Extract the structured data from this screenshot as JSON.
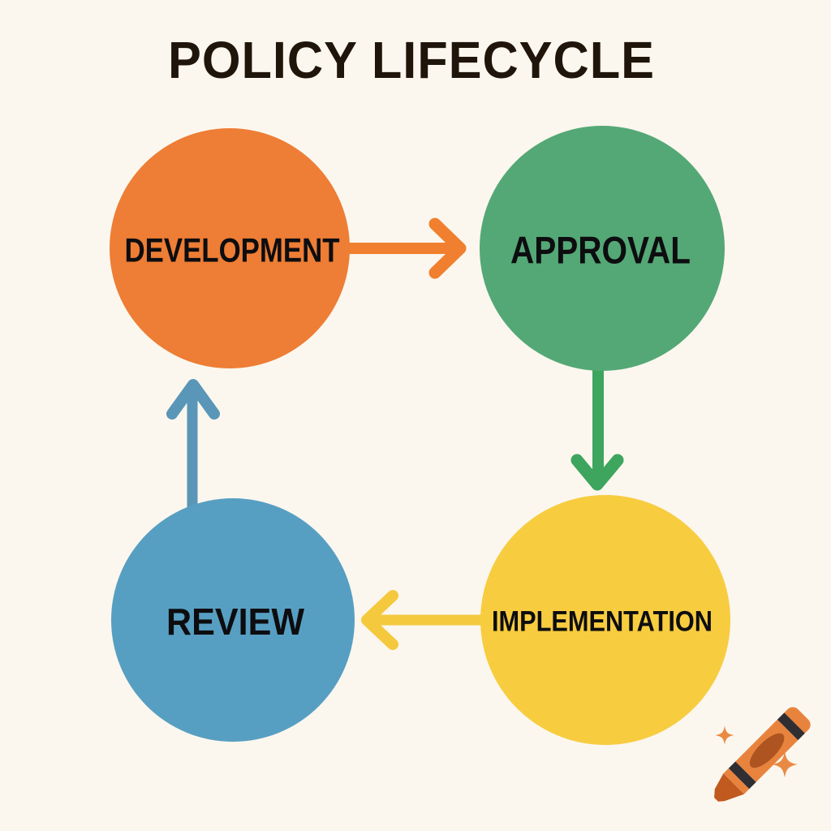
{
  "title": "POLICY LIFECYCLE",
  "diagram": {
    "type": "cycle",
    "background": "#FBF7EE",
    "nodes": [
      {
        "id": "development",
        "label": "DEVELOPMENT",
        "shape": "circle",
        "color": "#EE7D35",
        "position": "top-left"
      },
      {
        "id": "approval",
        "label": "APPROVAL",
        "shape": "circle",
        "color": "#54A876",
        "position": "top-right"
      },
      {
        "id": "implementation",
        "label": "IMPLEMENTATION",
        "shape": "circle",
        "color": "#F7CC3F",
        "position": "bottom-right"
      },
      {
        "id": "review",
        "label": "REVIEW",
        "shape": "circle",
        "color": "#579FC2",
        "position": "bottom-left"
      }
    ],
    "edges": [
      {
        "from": "development",
        "to": "approval",
        "direction": "right",
        "color": "#F0802F"
      },
      {
        "from": "approval",
        "to": "implementation",
        "direction": "down",
        "color": "#3EA55E"
      },
      {
        "from": "implementation",
        "to": "review",
        "direction": "left",
        "color": "#F5C93E"
      },
      {
        "from": "review",
        "to": "development",
        "direction": "up",
        "color": "#5A96B8"
      }
    ]
  },
  "watermark": {
    "icon": "crayon-icon",
    "body_color": "#E8833E",
    "oval_color": "#AE5420",
    "stripe_color": "#2F2F33",
    "tip_color": "#C05A1E",
    "sparkle_color": "#E98A44"
  }
}
